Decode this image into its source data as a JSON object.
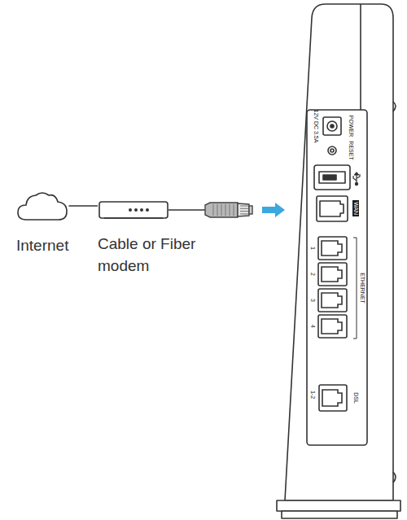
{
  "diagram": {
    "nodes": [
      {
        "text": [
          "Internet"
        ]
      },
      {
        "text": [
          "Cable or Fiber modem"
        ]
      }
    ],
    "edges": [
      {
        "from": 0,
        "to": 1,
        "arrow": "none"
      }
    ],
    "labels": [
      "12V DC 3.5A",
      "POWER",
      "RESET",
      "WAN",
      "1",
      "2",
      "3",
      "4",
      "ETHERNET",
      "1-2",
      "DSL"
    ]
  }
}
